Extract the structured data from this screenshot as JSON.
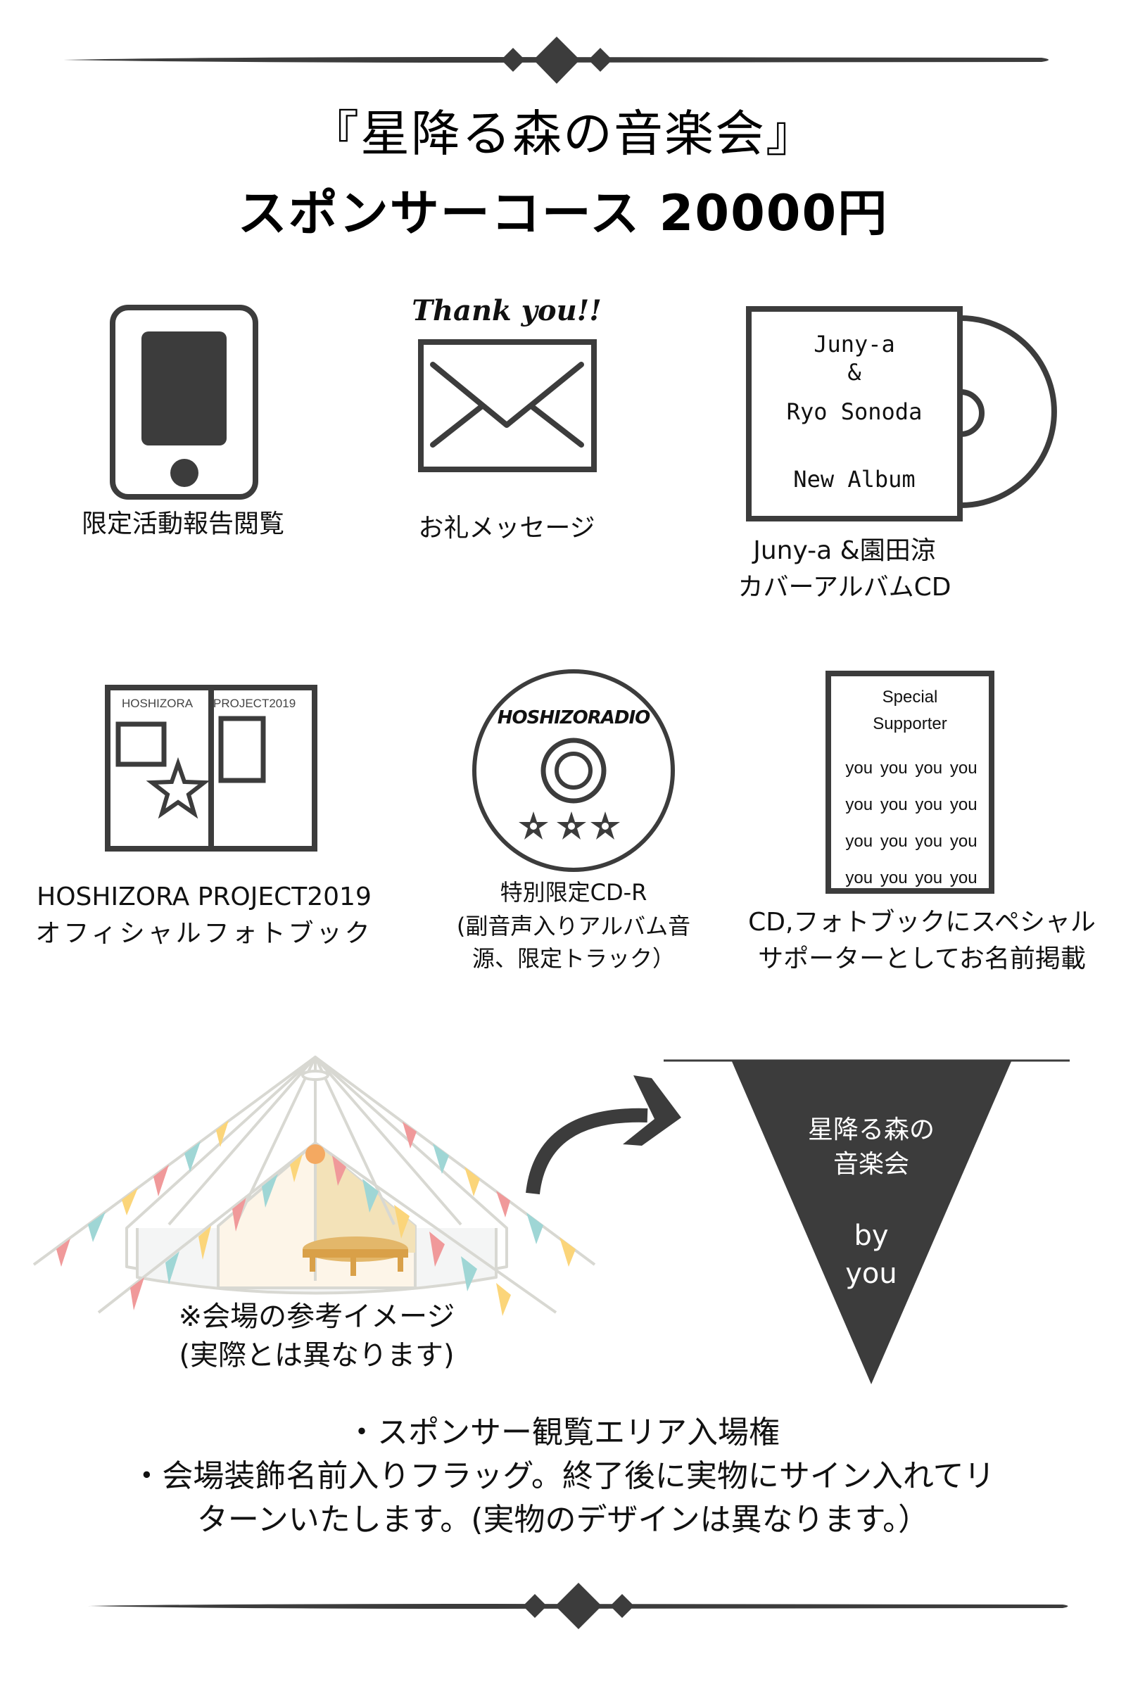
{
  "colors": {
    "ink": "#3c3c3c",
    "text": "#111111",
    "flag_pink": "#f0999a",
    "flag_teal": "#9fd6d5",
    "flag_yellow": "#fbd57a",
    "lamp_orange": "#f4a961",
    "table": "#e3b76a",
    "tent_line": "#d8d8d2",
    "tent_inner": "#f3e2b8"
  },
  "header": {
    "title_line1": "『星降る森の音楽会』",
    "title_line2": "スポンサーコース 20000円"
  },
  "rewards": [
    {
      "icon": "smartphone-icon",
      "label_lines": [
        "限定活動報告閲覧"
      ]
    },
    {
      "icon": "envelope-icon",
      "icon_caption": "Thank you!!",
      "label_lines": [
        "お礼メッセージ"
      ]
    },
    {
      "icon": "album-cd-icon",
      "sleeve_text": [
        "Juny-a",
        "&",
        "Ryo Sonoda",
        "New Album"
      ],
      "label_lines": [
        "Juny-a &園田涼",
        "カバーアルバムCD"
      ]
    },
    {
      "icon": "photobook-icon",
      "cover_left": "HOSHIZORA",
      "cover_right": "PROJECT2019",
      "label_lines": [
        "HOSHIZORA PROJECT2019",
        "オフィシャルフォトブック"
      ]
    },
    {
      "icon": "cd-r-disc-icon",
      "disc_text": "HOSHIZORADIO",
      "label_lines": [
        "特別限定CD-R",
        "(副音声入りアルバム音",
        "源、限定トラック）"
      ]
    },
    {
      "icon": "supporter-card-icon",
      "card_title": [
        "Special",
        "Supporter"
      ],
      "card_names": [
        "you",
        "you",
        "you",
        "you",
        "you",
        "you",
        "you",
        "you",
        "you",
        "you",
        "you",
        "you",
        "you",
        "you",
        "you",
        "you"
      ],
      "label_lines": [
        "CD,フォトブックにスペシャル",
        "サポーターとしてお名前掲載"
      ]
    }
  ],
  "venue": {
    "image_caption_line1": "※会場の参考イメージ",
    "image_caption_line2": "(実際とは異なります)",
    "flag_text_line1": "星降る森の",
    "flag_text_line2": "音楽会",
    "flag_text_line3": "by",
    "flag_text_line4": "you"
  },
  "perks": {
    "line1": "・スポンサー観覧エリア入場権",
    "line2": "・会場装飾名前入りフラッグ。終了後に実物にサイン入れてリ",
    "line3": "ターンいたします。(実物のデザインは異なります。）"
  }
}
